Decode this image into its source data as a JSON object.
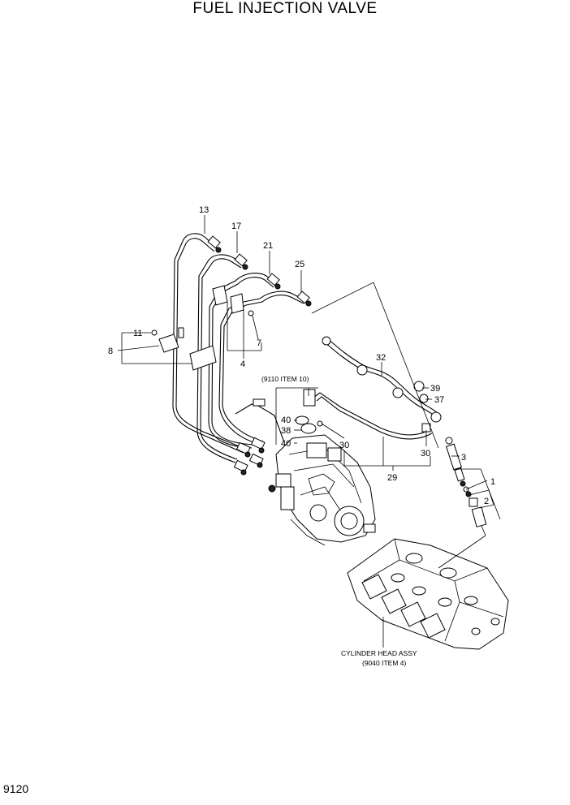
{
  "title": "FUEL INJECTION VALVE",
  "page_number": "9120",
  "callouts": {
    "c13": "13",
    "c17": "17",
    "c21": "21",
    "c25": "25",
    "c11": "11",
    "c8": "8",
    "c7": "7",
    "c4": "4",
    "c32": "32",
    "c39": "39",
    "c37": "37",
    "c40a": "40",
    "c38": "38",
    "c40b": "40",
    "c30a": "30",
    "c30b": "30",
    "c29": "29",
    "c3": "3",
    "c1": "1",
    "c2": "2"
  },
  "refs": {
    "pump_ref": "(9110 ITEM 10)",
    "head_name": "CYLINDER HEAD ASSY",
    "head_ref": "(9040 ITEM 4)"
  }
}
